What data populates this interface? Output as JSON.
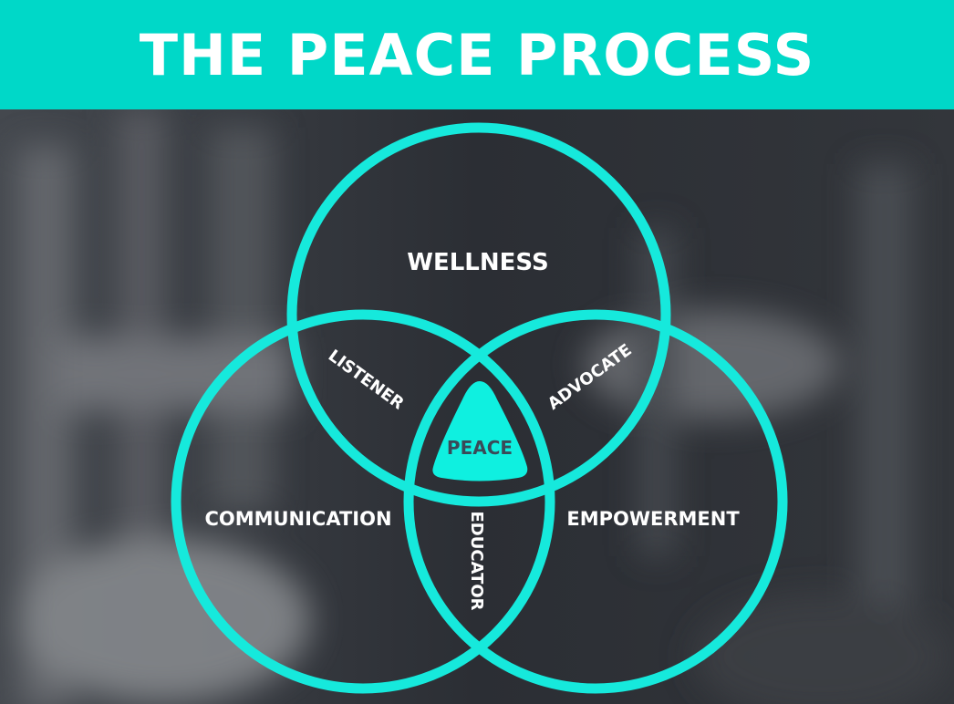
{
  "title": "THE PEACE PROCESS",
  "colors": {
    "accent": "#00d8c8",
    "circle_stroke": "#16e9dc",
    "center_fill": "#0ff0e0",
    "center_text": "#3a4a58",
    "text": "#ffffff",
    "background": "#2a2c31"
  },
  "diagram": {
    "circles": [
      {
        "label": "WELLNESS"
      },
      {
        "label": "COMMUNICATION"
      },
      {
        "label": "EMPOWERMENT"
      }
    ],
    "overlaps": {
      "wellness_communication": "LISTENER",
      "wellness_empowerment": "ADVOCATE",
      "communication_empowerment": "EDUCATOR"
    },
    "center": "PEACE"
  }
}
